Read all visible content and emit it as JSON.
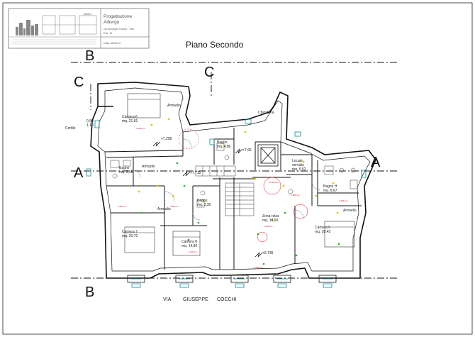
{
  "title_block": {
    "studio": "studio",
    "project_line1": "Progettazione",
    "project_line2": "Albergo",
    "address_line1": "via Giuseppe Cocchi - Todi",
    "address_line2": "Pos. 10",
    "date_text": "Data 15/03/14"
  },
  "plan_title": "Piano Secondo",
  "section_marks": {
    "b_top": "B",
    "b_bottom": "B",
    "c_left": "C",
    "c_right": "C",
    "a_left": "A",
    "a_right": "A"
  },
  "street": {
    "word1": "VIA",
    "word2": "GIUSEPPE",
    "word3": "COCCHI"
  },
  "outdoor_labels": {
    "chiostrina": "Chiostrina",
    "cortile": "Cortile"
  },
  "dimension_left": {
    "top": "0,90",
    "bottom": "1,10"
  },
  "rooms": {
    "camera6_name": "Camera 6",
    "camera6_area": "mq. 21,81",
    "camera7_name": "Camera 7",
    "camera7_area": "mq. 20,70",
    "camera8_name": "Camera 8",
    "camera8_area": "mq. 14,80",
    "camera5_name": "Camera 5",
    "camera5_area": "mq. 20,45",
    "bagno_top_name": "Bagno",
    "bagno_top_area": "mq. 4,80",
    "bagno_left_name": "Bagno",
    "bagno_left_area": "mq. 3,58",
    "bagno_mid_name": "Bagno",
    "bagno_mid_area": "mq. 3,30",
    "bagno_h_name": "Bagno H",
    "bagno_h_area": "mq. 6,67",
    "locale_name_1": "Locale",
    "locale_name_2": "servizio",
    "locale_area": "mq. 5,52",
    "relax_name": "Zona relax",
    "relax_area": "mq. 18,60",
    "armadio": "Armadio"
  },
  "elevations": [
    "+7.295",
    "+7.65",
    "+7.715",
    "+6.735"
  ],
  "colors": {
    "line": "#111111",
    "door": "#0a8a9a",
    "light": "#e6c200",
    "outlet": "#2aa82a",
    "note": "#d01010"
  }
}
